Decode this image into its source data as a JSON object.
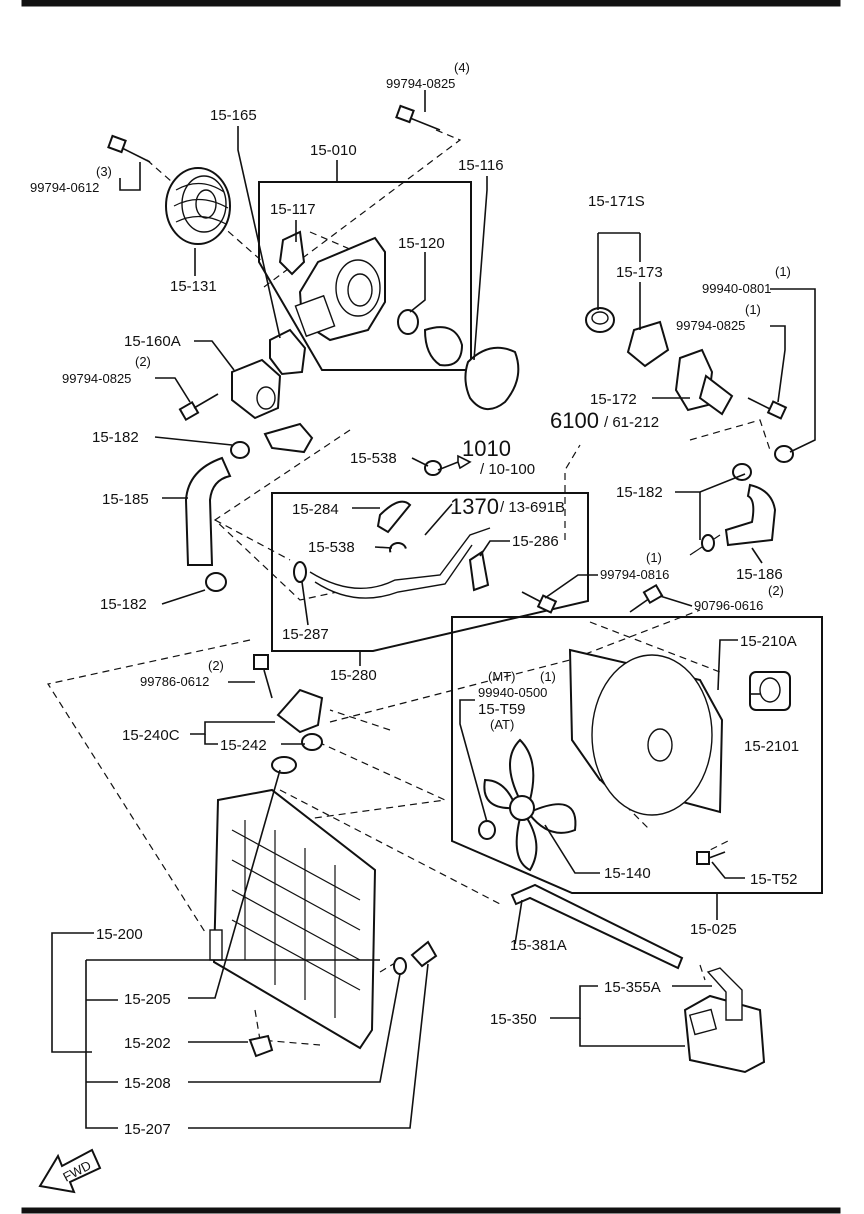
{
  "labels": {
    "p_15_165": "15-165",
    "p_15_010": "15-010",
    "p_15_116": "15-116",
    "p_15_117": "15-117",
    "p_15_120": "15-120",
    "bolt_qty_4": "(4)",
    "p_99794_0825_top": "99794-0825",
    "bolt_qty_3": "(3)",
    "p_99794_0612": "99794-0612",
    "p_15_131": "15-131",
    "p_15_171s": "15-171S",
    "p_15_173": "15-173",
    "bolt_qty_1a": "(1)",
    "p_99940_0801": "99940-0801",
    "bolt_qty_1b": "(1)",
    "p_99794_0825_r": "99794-0825",
    "p_15_172": "15-172",
    "ref_6100": "6100",
    "ref_61_212": "/ 61-212",
    "p_15_160a": "15-160A",
    "bolt_qty_2a": "(2)",
    "p_99794_0825_l": "99794-0825",
    "p_15_182_a": "15-182",
    "p_15_538_a": "15-538",
    "ref_1010": "1010",
    "ref_10_100": "/ 10-100",
    "p_15_185": "15-185",
    "p_15_284": "15-284",
    "ref_1370": "1370",
    "ref_13_691b": "/ 13-691B",
    "p_15_538_b": "15-538",
    "p_15_286": "15-286",
    "p_15_182_b": "15-182",
    "p_15_186": "15-186",
    "p_15_182_c": "15-182",
    "bolt_qty_1c": "(1)",
    "p_99794_0816": "99794-0816",
    "p_90796_0616": "90796-0616",
    "bolt_qty_2b": "(2)",
    "p_15_287": "15-287",
    "p_15_280": "15-280",
    "p_15_210a": "15-210A",
    "bolt_qty_2c": "(2)",
    "p_99786_0612": "99786-0612",
    "mt": "(MT)",
    "bolt_qty_1d": "(1)",
    "p_99940_0500": "99940-0500",
    "p_15_t59": "15-T59",
    "at": "(AT)",
    "p_15_2101": "15-2101",
    "p_15_240c": "15-240C",
    "p_15_242": "15-242",
    "p_15_140": "15-140",
    "p_15_t52": "15-T52",
    "p_15_025": "15-025",
    "p_15_200": "15-200",
    "p_15_381a": "15-381A",
    "p_15_205": "15-205",
    "p_15_355a": "15-355A",
    "p_15_350": "15-350",
    "p_15_202": "15-202",
    "p_15_208": "15-208",
    "p_15_207": "15-207",
    "fwd": "FWD"
  }
}
